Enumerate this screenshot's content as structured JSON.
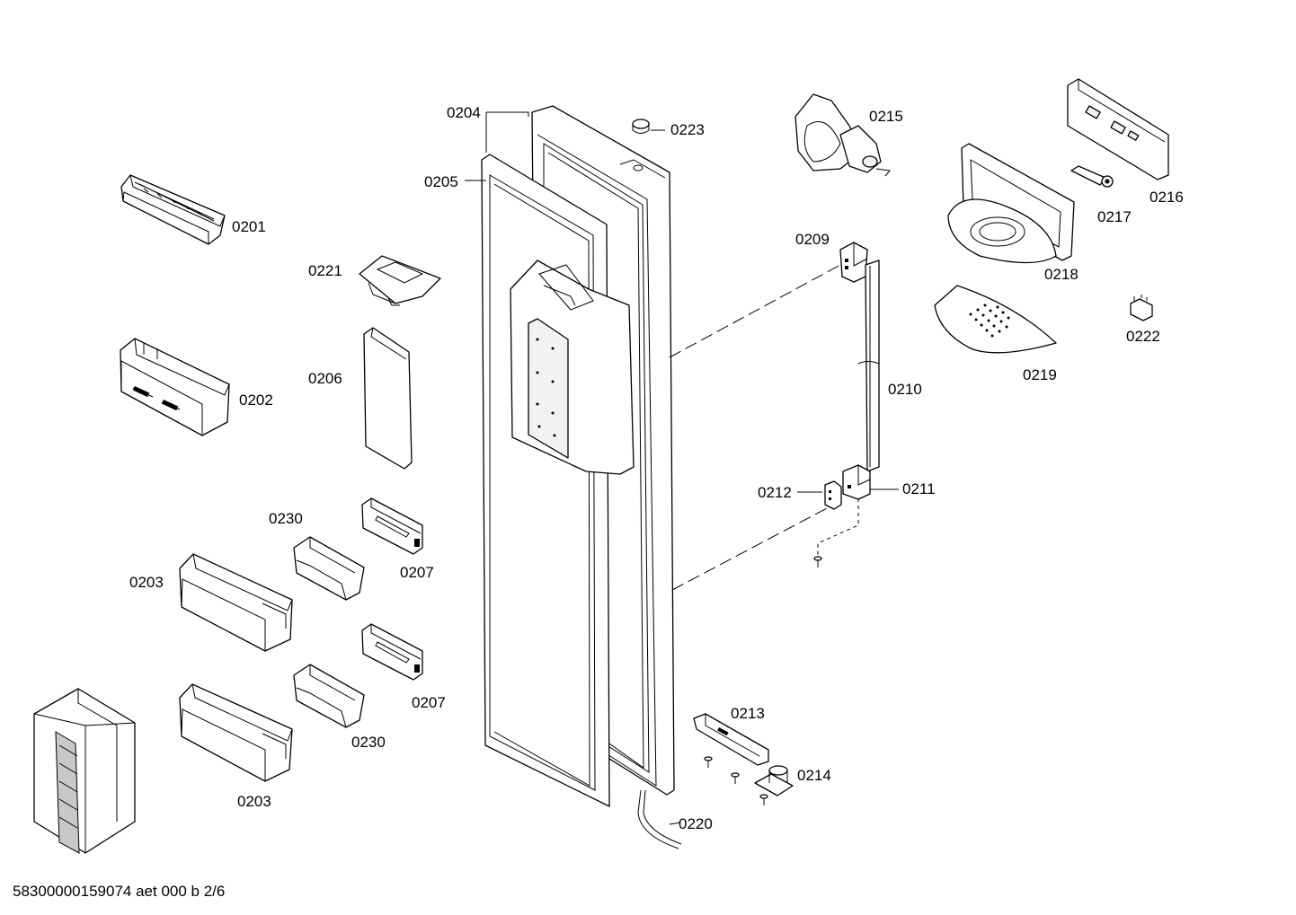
{
  "diagram": {
    "footer_code": "58300000159074 aet 000 b 2/6",
    "parts": [
      {
        "id": "p0201",
        "label": "0201"
      },
      {
        "id": "p0202",
        "label": "0202"
      },
      {
        "id": "p0203a",
        "label": "0203"
      },
      {
        "id": "p0203b",
        "label": "0203"
      },
      {
        "id": "p0204",
        "label": "0204"
      },
      {
        "id": "p0205",
        "label": "0205"
      },
      {
        "id": "p0206",
        "label": "0206"
      },
      {
        "id": "p0207a",
        "label": "0207"
      },
      {
        "id": "p0207b",
        "label": "0207"
      },
      {
        "id": "p0209",
        "label": "0209"
      },
      {
        "id": "p0210",
        "label": "0210"
      },
      {
        "id": "p0211",
        "label": "0211"
      },
      {
        "id": "p0212",
        "label": "0212"
      },
      {
        "id": "p0213",
        "label": "0213"
      },
      {
        "id": "p0214",
        "label": "0214"
      },
      {
        "id": "p0215",
        "label": "0215"
      },
      {
        "id": "p0216",
        "label": "0216"
      },
      {
        "id": "p0217",
        "label": "0217"
      },
      {
        "id": "p0218",
        "label": "0218"
      },
      {
        "id": "p0219",
        "label": "0219"
      },
      {
        "id": "p0220",
        "label": "0220"
      },
      {
        "id": "p0221",
        "label": "0221"
      },
      {
        "id": "p0222",
        "label": "0222"
      },
      {
        "id": "p0223",
        "label": "0223"
      },
      {
        "id": "p0230a",
        "label": "0230"
      },
      {
        "id": "p0230b",
        "label": "0230"
      }
    ]
  }
}
